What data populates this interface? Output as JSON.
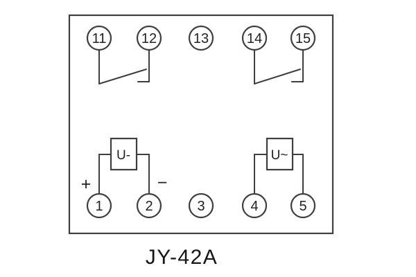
{
  "title": "JY-42A",
  "terminals": {
    "top": [
      "11",
      "12",
      "13",
      "14",
      "15"
    ],
    "bottom": [
      "1",
      "2",
      "3",
      "4",
      "5"
    ]
  },
  "units": {
    "left": {
      "label": "U-",
      "plus": "+",
      "minus": "−"
    },
    "right": {
      "label": "U~"
    }
  },
  "colors": {
    "line": "#3e3e3e",
    "text": "#222222",
    "background": "#ffffff"
  }
}
